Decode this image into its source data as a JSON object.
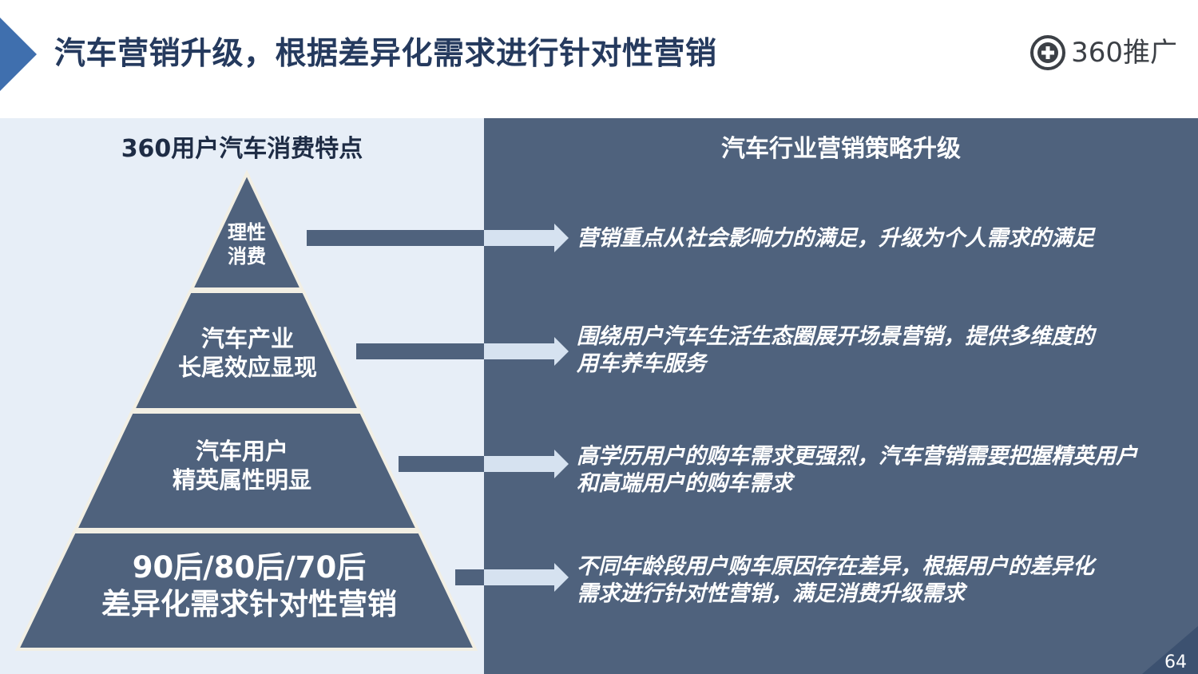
{
  "header": {
    "title": "汽车营销升级，根据差异化需求进行针对性营销",
    "logo_text": "360推广"
  },
  "left_panel": {
    "heading": "360用户汽车消费特点",
    "tiers": [
      {
        "line1": "理性",
        "line2": "消费"
      },
      {
        "line1": "汽车产业",
        "line2": "长尾效应显现"
      },
      {
        "line1": "汽车用户",
        "line2": "精英属性明显"
      },
      {
        "line1": "90后/80后/70后",
        "line2": "差异化需求针对性营销"
      }
    ]
  },
  "right_panel": {
    "heading": "汽车行业营销策略升级",
    "strategies": [
      {
        "line1": "营销重点从社会影响力的满足，升级为个人需求的满足",
        "line2": ""
      },
      {
        "line1": "围绕用户汽车生活生态圈展开场景营销，提供多维度的",
        "line2": "用车养车服务"
      },
      {
        "line1": "高学历用户的购车需求更强烈，汽车营销需要把握精英用户",
        "line2": "和高端用户的购车需求"
      },
      {
        "line1": "不同年龄段用户购车原因存在差异，根据用户的差异化",
        "line2": "需求进行针对性营销，满足消费升级需求"
      }
    ]
  },
  "footer": {
    "page_number": "64"
  },
  "colors": {
    "title": "#253a5e",
    "accent": "#3f6fae",
    "left_bg": "#e7eef7",
    "right_bg": "#4f627d",
    "pyramid_fill": "#4f627d",
    "arrow_light": "#d6e2f0"
  }
}
